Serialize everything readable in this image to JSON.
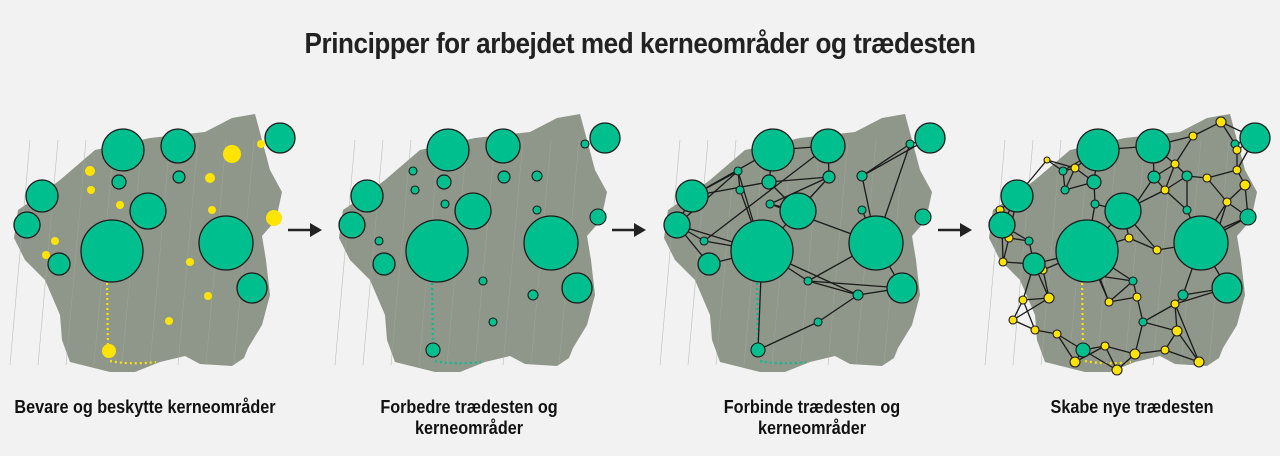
{
  "title": "Principper for arbejdet med kerneområder og trædesten",
  "captions": [
    "Bevare og beskytte kerneområder",
    "Forbedre trædesten og kerneområder",
    "Forbinde trædesten og kerneområder",
    "Skabe nye trædesten"
  ],
  "colors": {
    "background": "#f2f2f2",
    "land": "#8f968a",
    "core_area": "#00bf8f",
    "stepping_stone_yellow": "#ffe400",
    "stepping_stone_green": "#00bf8f",
    "connection_line": "#1a1a1a"
  },
  "icons": [
    "arrow-right-icon",
    "arrow-right-icon",
    "arrow-right-icon"
  ]
}
